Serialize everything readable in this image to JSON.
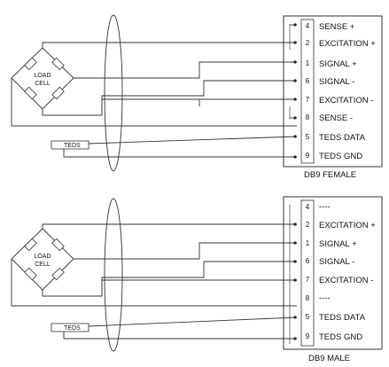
{
  "diagrams": [
    {
      "load_cell_label": [
        "LOAD",
        "CELL"
      ],
      "teds_label": "TEDS",
      "connector_label": "DB9 FEMALE",
      "pins": [
        {
          "num": "4",
          "name": "SENSE +"
        },
        {
          "num": "2",
          "name": "EXCITATION +"
        },
        {
          "num": "1",
          "name": "SIGNAL +"
        },
        {
          "num": "6",
          "name": "SIGNAL -"
        },
        {
          "num": "7",
          "name": "EXCITATION -"
        },
        {
          "num": "8",
          "name": "SENSE -"
        },
        {
          "num": "5",
          "name": "TEDS DATA"
        },
        {
          "num": "9",
          "name": "TEDS GND"
        }
      ]
    },
    {
      "load_cell_label": [
        "LOAD",
        "CELL"
      ],
      "teds_label": "TEDS",
      "connector_label": "DB9 MALE",
      "pins": [
        {
          "num": "4",
          "name": "----"
        },
        {
          "num": "2",
          "name": "EXCITATION +"
        },
        {
          "num": "1",
          "name": "SIGNAL +"
        },
        {
          "num": "6",
          "name": "SIGNAL -"
        },
        {
          "num": "7",
          "name": "EXCITATION -"
        },
        {
          "num": "8",
          "name": "----"
        },
        {
          "num": "5",
          "name": "TEDS DATA"
        },
        {
          "num": "9",
          "name": "TEDS GND"
        }
      ]
    }
  ]
}
